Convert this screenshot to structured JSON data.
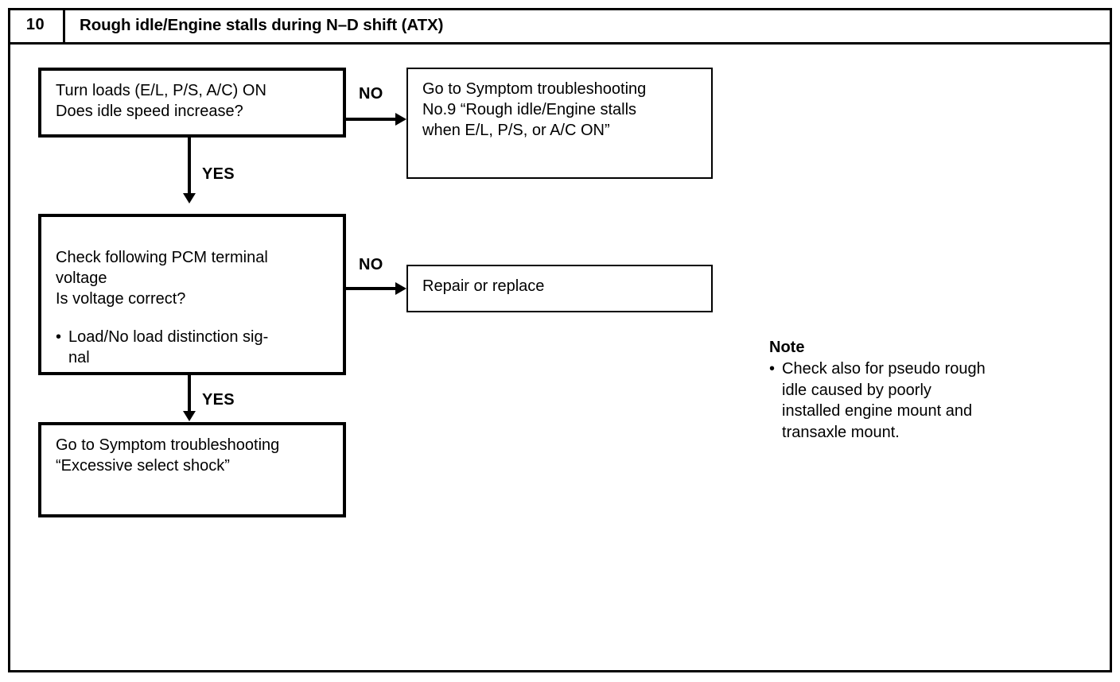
{
  "header": {
    "number": "10",
    "title": "Rough idle/Engine stalls during N–D shift (ATX)"
  },
  "flow": {
    "nodes": {
      "turn_loads": {
        "text": "Turn loads (E/L, P/S, A/C) ON\nDoes idle speed increase?"
      },
      "goto_no9": {
        "text": "Go to Symptom troubleshooting\nNo.9 “Rough idle/Engine stalls\nwhen E/L, P/S, or A/C ON”"
      },
      "check_pcm": {
        "text": "Check following PCM terminal\nvoltage\nIs voltage correct?",
        "bullet_marker": "•",
        "bullet_text": "Load/No load distinction sig-\nnal"
      },
      "repair_replace": {
        "text": "Repair or replace"
      },
      "goto_select_shock": {
        "text": "Go to Symptom troubleshooting\n“Excessive select shock”"
      }
    },
    "labels": {
      "yes_1": "YES",
      "no_1": "NO",
      "yes_2": "YES",
      "no_2": "NO"
    }
  },
  "note": {
    "title": "Note",
    "bullet_marker": "•",
    "text": "Check also for pseudo rough\nidle caused by poorly\ninstalled engine mount and\ntransaxle mount."
  },
  "colors": {
    "ink": "#000000",
    "paper": "#ffffff"
  }
}
